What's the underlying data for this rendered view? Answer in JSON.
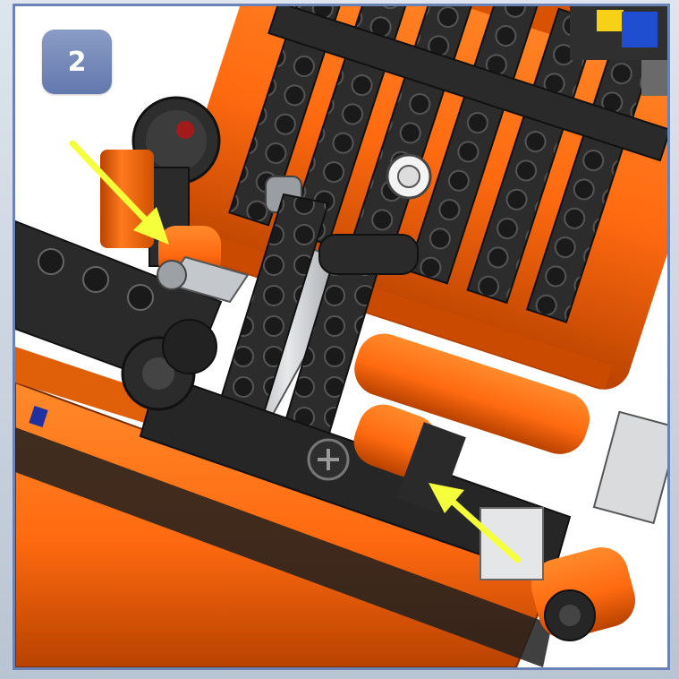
{
  "step": {
    "number": "2"
  },
  "colors": {
    "frame_border": "#6b82b4",
    "badge": "#7286b8",
    "orange": "#ff6a10",
    "dark_orange": "#c94a00",
    "black_part": "#2b2b2b",
    "gray_part": "#b5b8bd",
    "arrow": "#f5ff3a"
  },
  "arrows": [
    {
      "name": "arrow-upper-left",
      "direction": "down-right"
    },
    {
      "name": "arrow-lower-right",
      "direction": "up-left"
    }
  ]
}
